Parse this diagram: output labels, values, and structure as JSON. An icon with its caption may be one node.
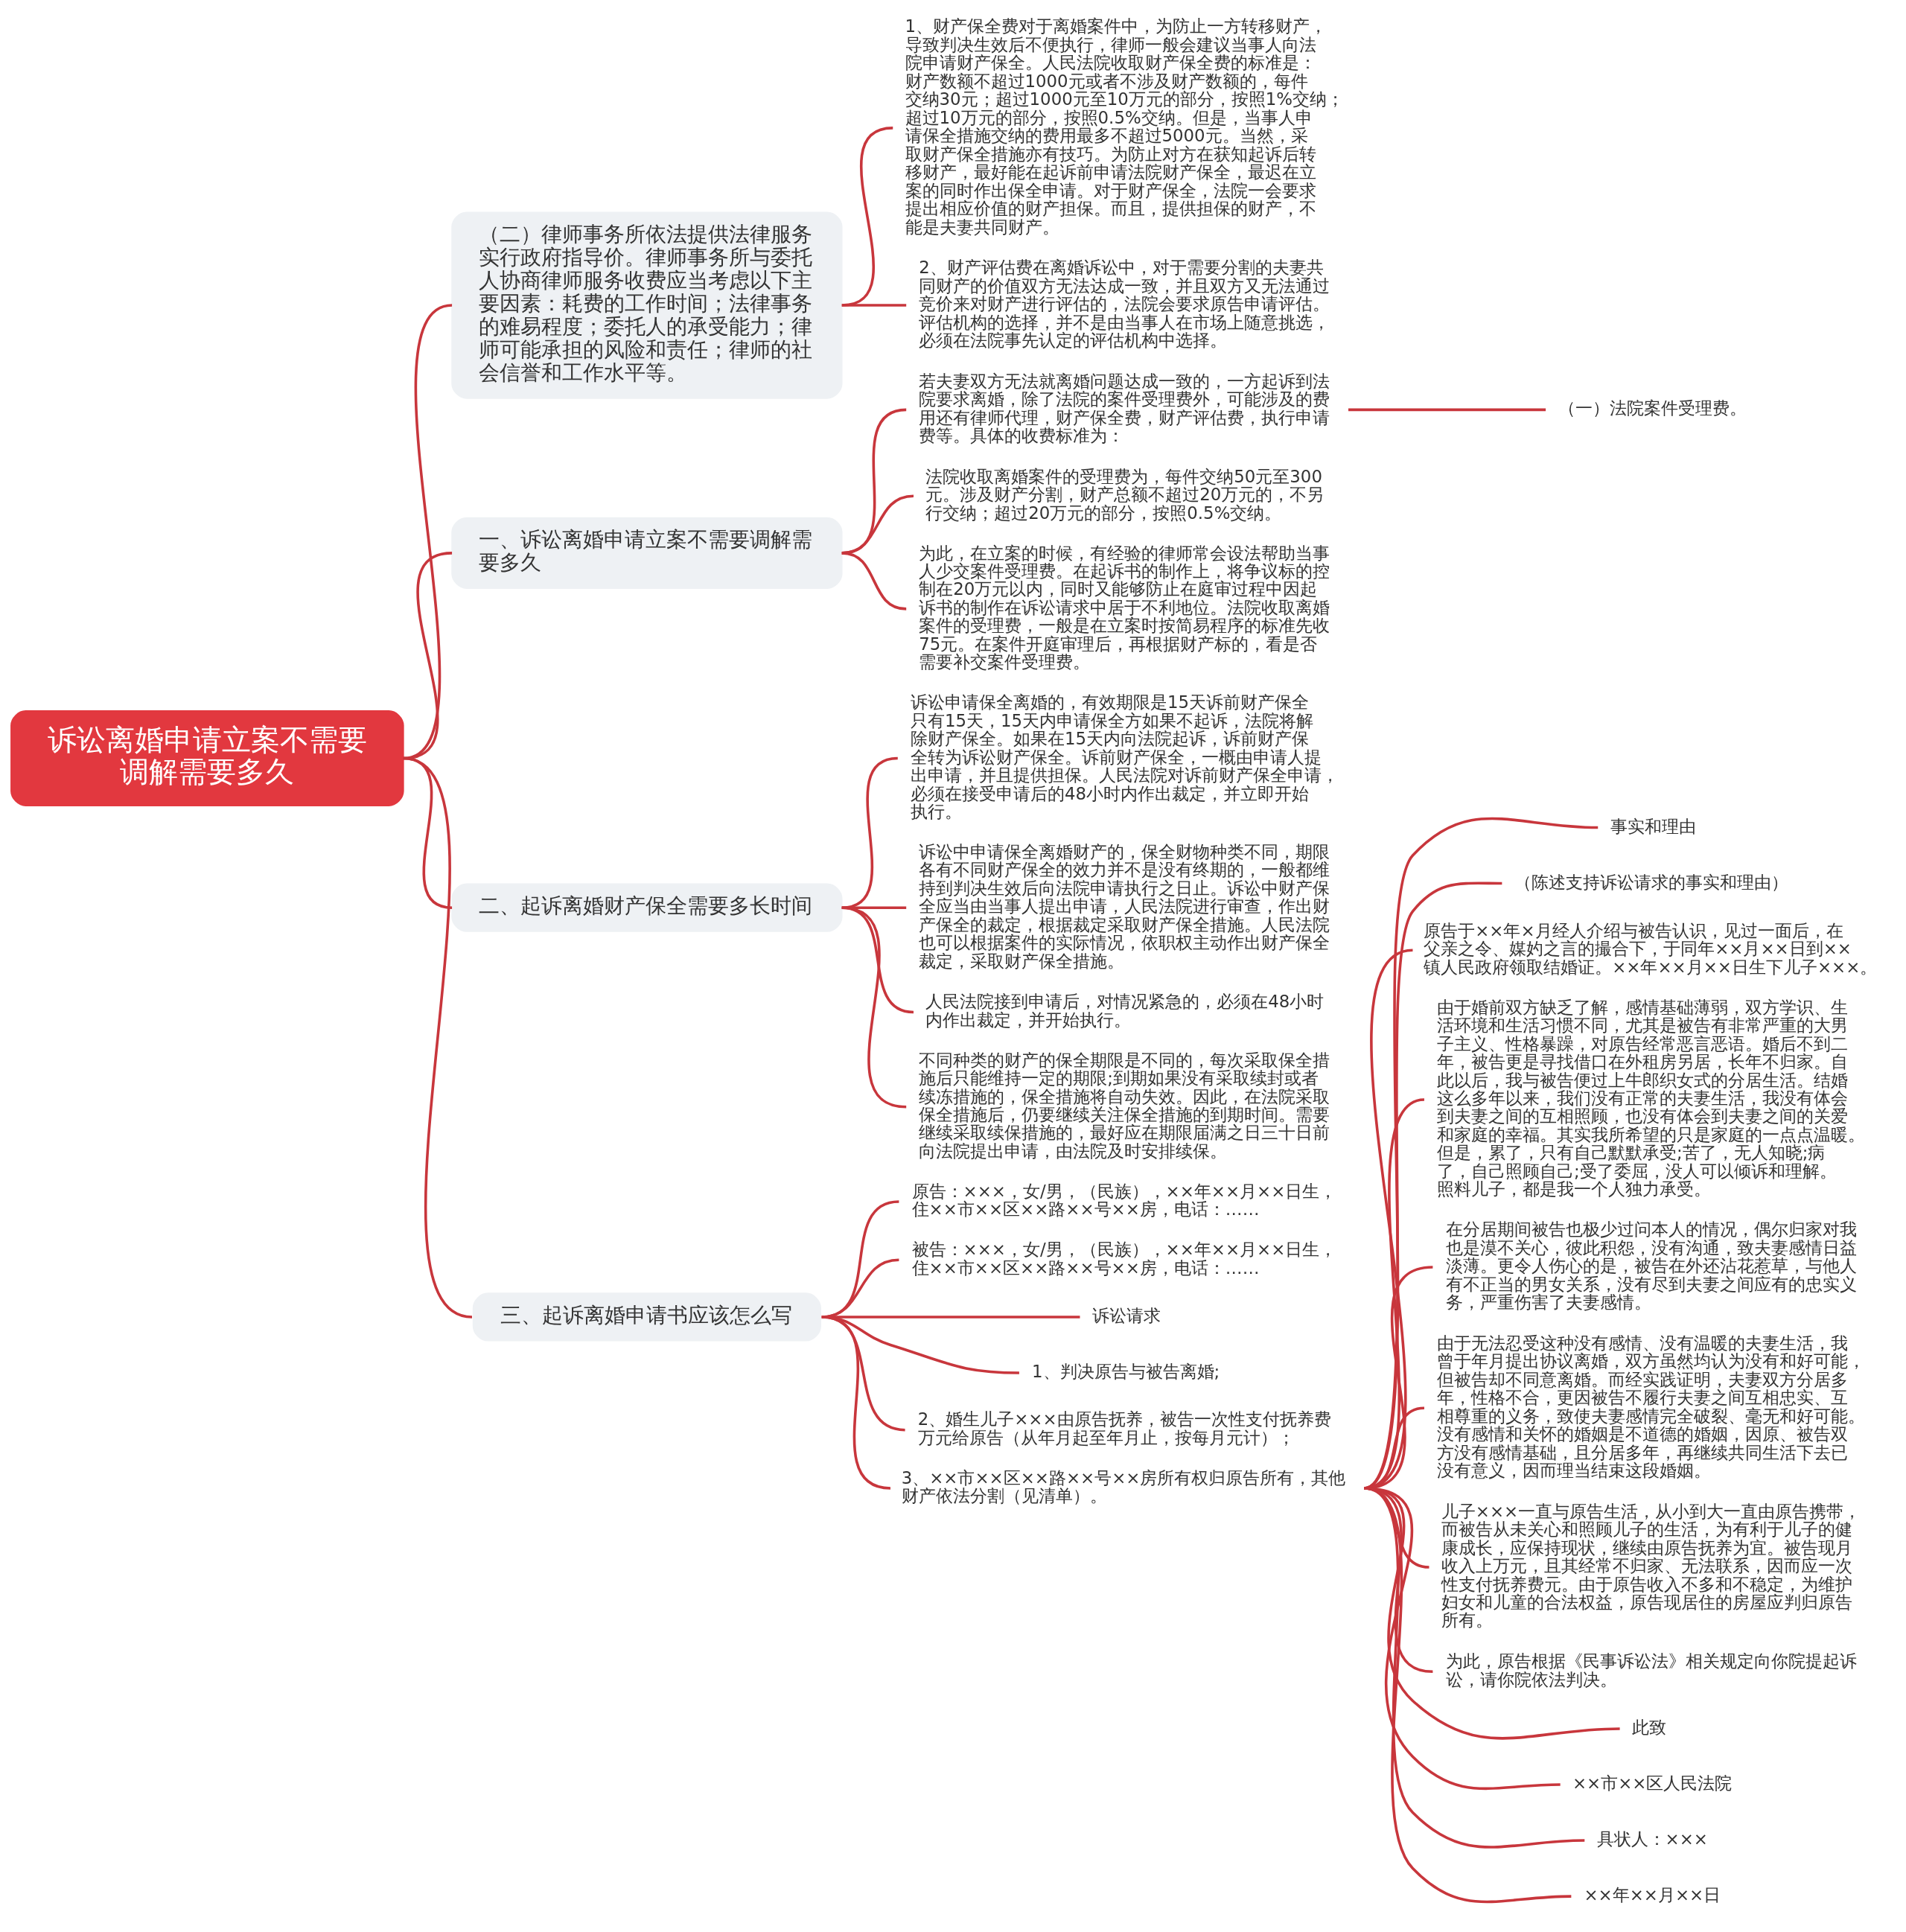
{
  "diagram": {
    "nodes": [
      {
        "text": [
          "诉讼离婚申请立案不需要调解需要多久"
        ]
      },
      {
        "text": [
          "（二）律师事务所依法提供法律服务实行政府指导价。律师事务所与委托人协商律师服务收费应当考虑以下主要因素：耗费的工作时间；法律事务的难易程度；委托人的承受能力；律师可能承担的风险和责任；律师的社会信誉和工作水平等。"
        ]
      },
      {
        "text": [
          "1、财产保全费对于离婚案件中，为防止一方转移财产，导致判决生效后不便执行，律师一般会建议当事人向法院申请财产保全。人民法院收取财产保全费的标准是：财产数额不超过1000元或者不涉及财产数额的，每件交纳30元；超过1000元至10万元的部分，按照1%交纳；超过10万元的部分，按照0.5%交纳。但是，当事人申请保全措施交纳的费用最多不超过5000元。当然，采取财产保全措施亦有技巧。为防止对方在获知起诉后转移财产，最好能在起诉前申请法院财产保全，最迟在立案的同时作出保全申请。对于财产保全，法院一会要求提出相应价值的财产担保。而且，提供担保的财产，不能是夫妻共同财产。"
        ]
      },
      {
        "text": [
          "2、财产评估费在离婚诉讼中，对于需要分割的夫妻共同财产的价值双方无法达成一致，并且双方又无法通过竞价来对财产进行评估的，法院会要求原告申请评估。评估机构的选择，并不是由当事人在市场上随意挑选，必须在法院事先认定的评估机构中选择。"
        ]
      },
      {
        "text": [
          "一、诉讼离婚申请立案不需要调解需要多久"
        ]
      },
      {
        "text": [
          "若夫妻双方无法就离婚问题达成一致的，一方起诉到法院要求离婚，除了法院的案件受理费外，可能涉及的费用还有律师代理，财产保全费，财产评估费，执行申请费等。具体的收费标准为："
        ]
      },
      {
        "text": [
          "（一）法院案件受理费。"
        ]
      },
      {
        "text": [
          "法院收取离婚案件的受理费为，每件交纳50元至300元。涉及财产分割，财产总额不超过20万元的，不另行交纳；超过20万元的部分，按照0.5%交纳。"
        ]
      },
      {
        "text": [
          "为此，在立案的时候，有经验的律师常会设法帮助当事人少交案件受理费。在起诉书的制作上，将争议标的控制在20万元以内，同时又能够防止在庭审过程中因起诉书的制作在诉讼请求中居于不利地位。法院收取离婚案件的受理费，一般是在立案时按简易程序的标准先收75元。在案件开庭审理后，再根据财产标的，看是否需要补交案件受理费。"
        ]
      },
      {
        "text": [
          "二、起诉离婚财产保全需要多长时间"
        ]
      },
      {
        "text": [
          "诉讼申请保全离婚的，有效期限是15天诉前财产保全只有15天，15天内申请保全方如果不起诉，法院将解除财产保全。如果在15天内向法院起诉，诉前财产保全转为诉讼财产保全。诉前财产保全，一概由申请人提出申请，并且提供担保。人民法院对诉前财产保全申请，必须在接受申请后的48小时内作出裁定，并立即开始执行。"
        ]
      },
      {
        "text": [
          "诉讼中申请保全离婚财产的，保全财物种类不同，期限各有不同财产保全的效力并不是没有终期的，一般都维持到判决生效后向法院申请执行之日止。诉讼中财产保全应当由当事人提出申请，人民法院进行审查，作出财产保全的裁定，根据裁定采取财产保全措施。人民法院也可以根据案件的实际情况，依职权主动作出财产保全裁定，采取财产保全措施。"
        ]
      },
      {
        "text": [
          "人民法院接到申请后，对情况紧急的，必须在48小时内作出裁定，并开始执行。"
        ]
      },
      {
        "text": [
          "不同种类的财产的保全期限是不同的，每次采取保全措施后只能维持一定的期限;到期如果没有采取续封或者续冻措施的，保全措施将自动失效。因此，在法院采取保全措施后，仍要继续关注保全措施的到期时间。需要继续采取续保措施的，最好应在期限届满之日三十日前向法院提出申请，由法院及时安排续保。"
        ]
      },
      {
        "text": [
          "三、起诉离婚申请书应该怎么写"
        ]
      },
      {
        "text": [
          "原告：×××，女/男，（民族），××年××月××日生，住××市××区××路××号××房，电话：……"
        ]
      },
      {
        "text": [
          "被告：×××，女/男，（民族），××年××月××日生，住××市××区××路××号××房，电话：……"
        ]
      },
      {
        "text": [
          "诉讼请求"
        ]
      },
      {
        "text": [
          "1、判决原告与被告离婚;"
        ]
      },
      {
        "text": [
          "2、婚生儿子×××由原告抚养，被告一次性支付抚养费万元给原告（从年月起至年月止，按每月元计）；"
        ]
      },
      {
        "text": [
          "3、××市××区××路××号××房所有权归原告所有，其他财产依法分割（见清单）。"
        ]
      },
      {
        "text": [
          "事实和理由"
        ]
      },
      {
        "text": [
          "（陈述支持诉讼请求的事实和理由）"
        ]
      },
      {
        "text": [
          "原告于××年×月经人介绍与被告认识，见过一面后，在父亲之令、媒妁之言的撮合下，于同年××月××日到××镇人民政府领取结婚证。××年××月××日生下儿子×××。"
        ]
      },
      {
        "text": [
          "由于婚前双方缺乏了解，感情基础薄弱，双方学识、生活环境和生活习惯不同，尤其是被告有非常严重的大男子主义、性格暴躁，对原告经常恶言恶语。婚后不到二年，被告更是寻找借口在外租房另居，长年不归家。自此以后，我与被告便过上牛郎织女式的分居生活。结婚这么多年以来，我们没有正常的夫妻生活，我没有体会到夫妻之间的互相照顾，也没有体会到夫妻之间的关爱和家庭的幸福。其实我所希望的只是家庭的一点点温暖。但是，累了，只有自己默默承受;苦了，无人知晓;病了，自己照顾自己;受了委屈，没人可以倾诉和理解。照料儿子，都是我一个人独力承受。"
        ]
      },
      {
        "text": [
          "在分居期间被告也极少过问本人的情况，偶尔归家对我也是漠不关心，彼此积怨，没有沟通，致夫妻感情日益淡薄。更令人伤心的是，被告在外还沾花惹草，与他人有不正当的男女关系，没有尽到夫妻之间应有的忠实义务，严重伤害了夫妻感情。"
        ]
      },
      {
        "text": [
          "由于无法忍受这种没有感情、没有温暖的夫妻生活，我曾于年月提出协议离婚，双方虽然均认为没有和好可能，但被告却不同意离婚。而经实践证明，夫妻双方分居多年，性格不合，更因被告不履行夫妻之间互相忠实、互相尊重的义务，致使夫妻感情完全破裂、毫无和好可能。没有感情和关怀的婚姻是不道德的婚姻，因原、被告双方没有感情基础，且分居多年，再继续共同生活下去已没有意义，因而理当结束这段婚姻。"
        ]
      },
      {
        "text": [
          "儿子×××一直与原告生活，从小到大一直由原告携带，而被告从未关心和照顾儿子的生活，为有利于儿子的健康成长，应保持现状，继续由原告抚养为宜。被告现月收入上万元，且其经常不归家、无法联系，因而应一次性支付抚养费元。由于原告收入不多和不稳定，为维护妇女和儿童的合法权益，原告现居住的房屋应判归原告所有。"
        ]
      },
      {
        "text": [
          "为此，原告根据《民事诉讼法》相关规定向你院提起诉讼，请你院依法判决。"
        ]
      },
      {
        "text": [
          "此致"
        ]
      },
      {
        "text": [
          "××市××区人民法院"
        ]
      },
      {
        "text": [
          "具状人：×××"
        ]
      },
      {
        "text": [
          "××年××月××日"
        ]
      }
    ],
    "edges": [
      {
        "from": 0,
        "to": 1,
        "arrow": "none"
      },
      {
        "from": 1,
        "to": 2,
        "arrow": "none"
      },
      {
        "from": 1,
        "to": 3,
        "arrow": "none"
      },
      {
        "from": 0,
        "to": 4,
        "arrow": "none"
      },
      {
        "from": 4,
        "to": 5,
        "arrow": "none"
      },
      {
        "from": 5,
        "to": 6,
        "arrow": "none"
      },
      {
        "from": 4,
        "to": 7,
        "arrow": "none"
      },
      {
        "from": 4,
        "to": 8,
        "arrow": "none"
      },
      {
        "from": 0,
        "to": 9,
        "arrow": "none"
      },
      {
        "from": 9,
        "to": 10,
        "arrow": "none"
      },
      {
        "from": 9,
        "to": 11,
        "arrow": "none"
      },
      {
        "from": 9,
        "to": 12,
        "arrow": "none"
      },
      {
        "from": 9,
        "to": 13,
        "arrow": "none"
      },
      {
        "from": 0,
        "to": 14,
        "arrow": "none"
      },
      {
        "from": 14,
        "to": 15,
        "arrow": "none"
      },
      {
        "from": 14,
        "to": 16,
        "arrow": "none"
      },
      {
        "from": 14,
        "to": 17,
        "arrow": "none"
      },
      {
        "from": 14,
        "to": 18,
        "arrow": "none"
      },
      {
        "from": 14,
        "to": 19,
        "arrow": "none"
      },
      {
        "from": 14,
        "to": 20,
        "arrow": "none"
      },
      {
        "from": 20,
        "to": 21,
        "arrow": "none"
      },
      {
        "from": 20,
        "to": 22,
        "arrow": "none"
      },
      {
        "from": 20,
        "to": 23,
        "arrow": "none"
      },
      {
        "from": 20,
        "to": 24,
        "arrow": "none"
      },
      {
        "from": 20,
        "to": 25,
        "arrow": "none"
      },
      {
        "from": 20,
        "to": 26,
        "arrow": "none"
      },
      {
        "from": 20,
        "to": 27,
        "arrow": "none"
      },
      {
        "from": 20,
        "to": 28,
        "arrow": "none"
      },
      {
        "from": 20,
        "to": 29,
        "arrow": "none"
      },
      {
        "from": 20,
        "to": 30,
        "arrow": "none"
      },
      {
        "from": 20,
        "to": 31,
        "arrow": "none"
      },
      {
        "from": 20,
        "to": 32,
        "arrow": "none"
      }
    ]
  }
}
